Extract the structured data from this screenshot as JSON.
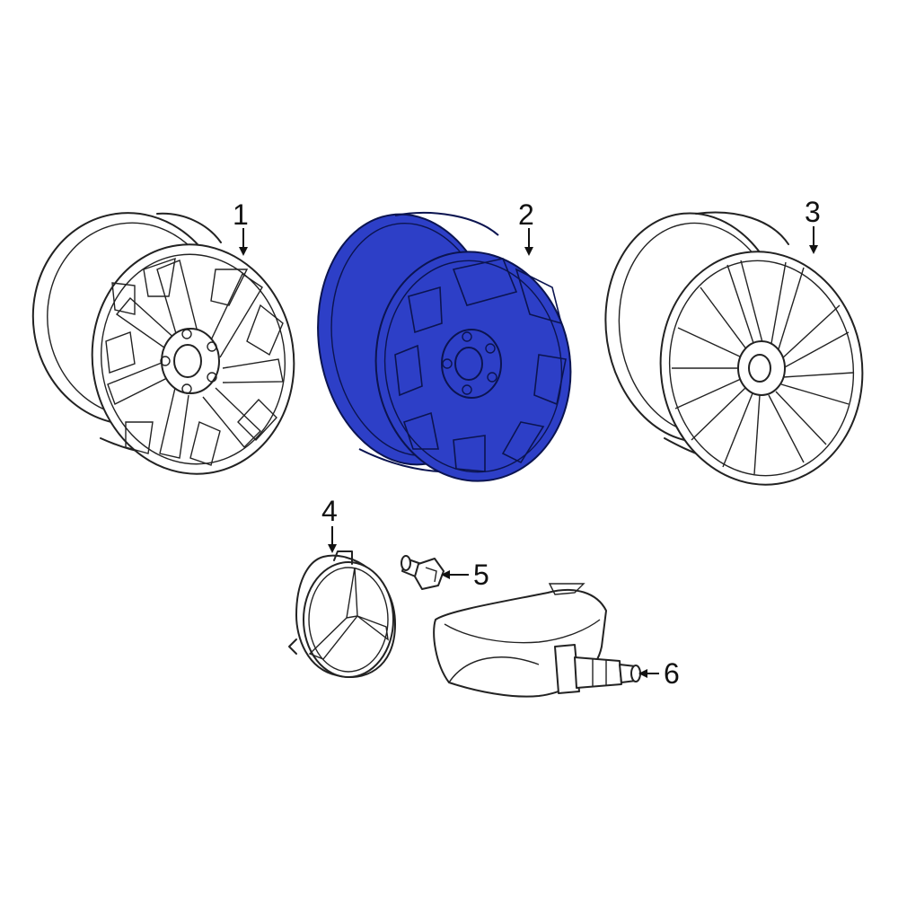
{
  "diagram": {
    "colors": {
      "line": "#222222",
      "highlight": "#2d3fc7",
      "highlight_line": "#0b1450",
      "background": "#ffffff"
    },
    "parts": [
      {
        "number": "1",
        "name": "wheel",
        "highlighted": false
      },
      {
        "number": "2",
        "name": "wheel",
        "highlighted": true
      },
      {
        "number": "3",
        "name": "wheel",
        "highlighted": false
      },
      {
        "number": "4",
        "name": "center-cap",
        "highlighted": false
      },
      {
        "number": "5",
        "name": "lug-bolt",
        "highlighted": false
      },
      {
        "number": "6",
        "name": "tire-pressure-sensor",
        "highlighted": false
      }
    ]
  }
}
